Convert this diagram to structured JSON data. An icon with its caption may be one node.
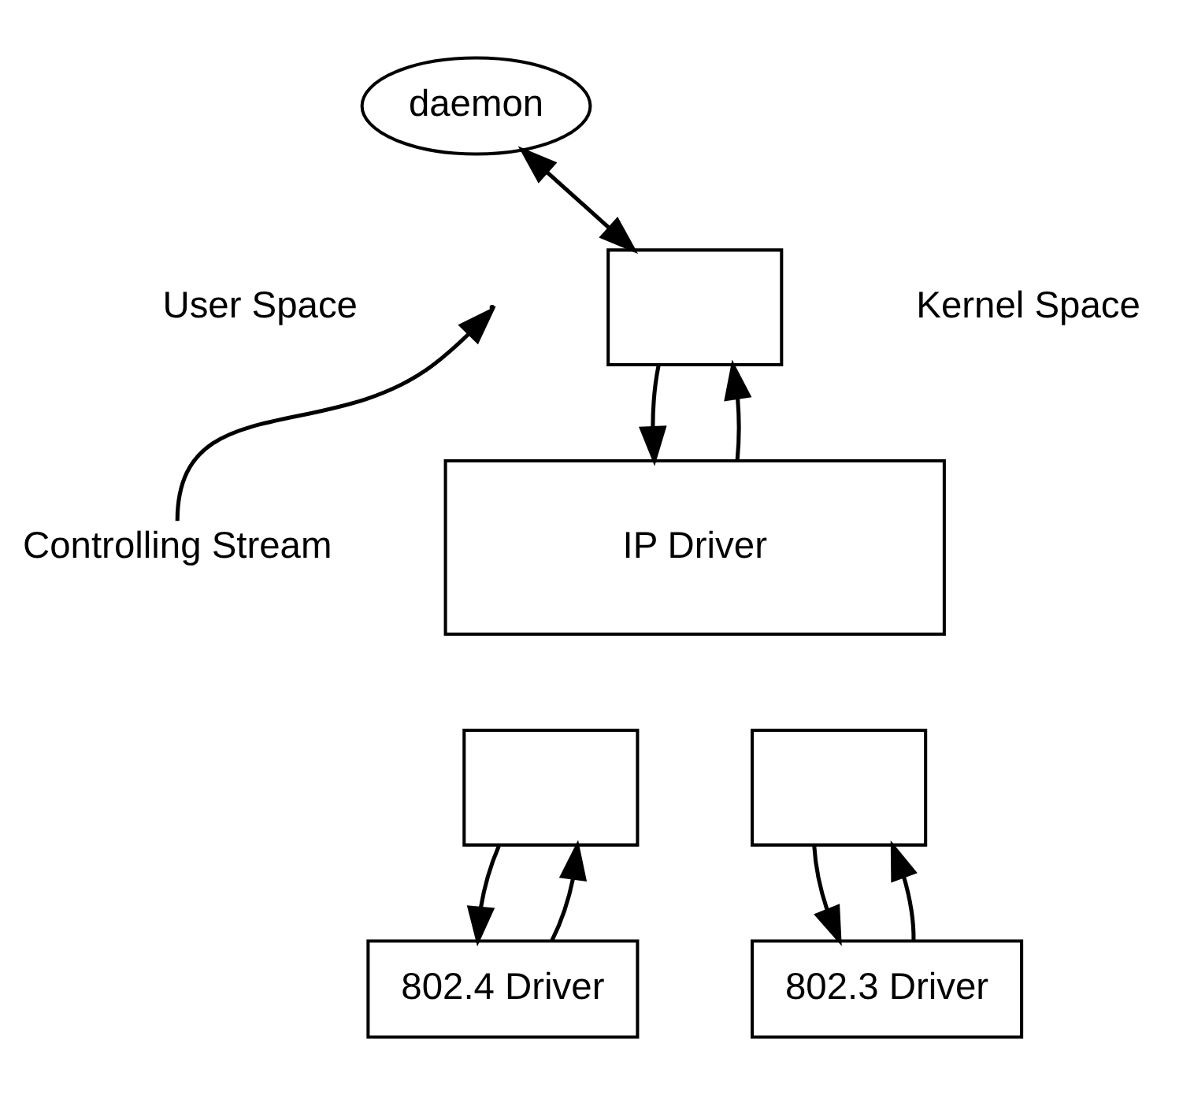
{
  "diagram": {
    "nodes": [
      {
        "text": [
          "daemon"
        ]
      },
      {
        "text": [],
        "shape": "box"
      },
      {
        "text": [
          "IP Driver"
        ]
      },
      {
        "text": [],
        "shape": "box"
      },
      {
        "text": [],
        "shape": "box"
      },
      {
        "text": [
          "802.4 Driver"
        ]
      },
      {
        "text": [
          "802.3 Driver"
        ]
      },
      {
        "text": [
          "Controlling Stream"
        ]
      }
    ],
    "edges": [
      {
        "from": 0,
        "to": 1,
        "arrow": "both"
      },
      {
        "from": 1,
        "to": 2,
        "arrow": "to"
      },
      {
        "from": 2,
        "to": 1,
        "arrow": "to"
      },
      {
        "from": 3,
        "to": 5,
        "arrow": "to"
      },
      {
        "from": 5,
        "to": 3,
        "arrow": "to"
      },
      {
        "from": 4,
        "to": 6,
        "arrow": "to"
      },
      {
        "from": 6,
        "to": 4,
        "arrow": "to"
      },
      {
        "from": 7,
        "to": null,
        "arrow": "to"
      }
    ],
    "labels": [
      "User Space",
      "Kernel Space"
    ]
  }
}
